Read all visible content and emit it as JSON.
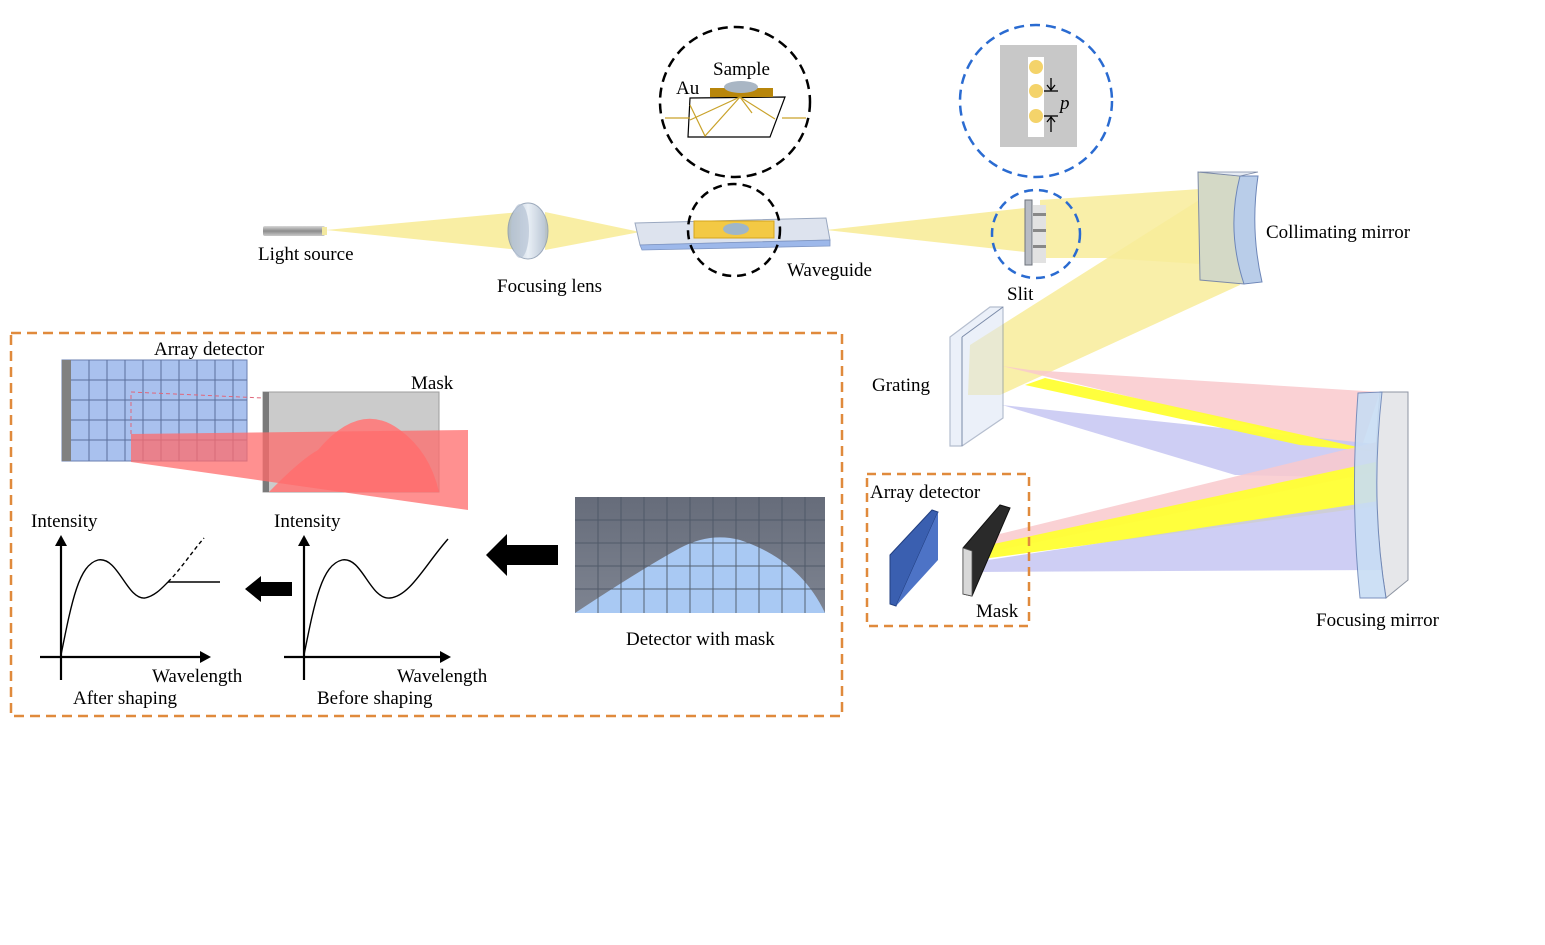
{
  "labels": {
    "light_source": "Light source",
    "focusing_lens": "Focusing lens",
    "waveguide": "Waveguide",
    "slit": "Slit",
    "collimating_mirror": "Collimating mirror",
    "grating": "Grating",
    "focusing_mirror": "Focusing mirror",
    "array_detector_small": "Array  detector",
    "mask_small": "Mask",
    "sample": "Sample",
    "au": "Au",
    "pitch": "p",
    "array_detector_inset": "Array  detector",
    "mask_inset": "Mask",
    "detector_with_mask": "Detector with mask",
    "intensity_before": "Intensity",
    "wavelength_before": "Wavelength",
    "before_shaping": "Before shaping",
    "intensity_after": "Intensity",
    "wavelength_after": "Wavelength",
    "after_shaping": "After shaping"
  },
  "colors": {
    "beam_yellow": "#f8ec9a",
    "bright_yellow": "#ffff33",
    "beam_pink": "#f9c9cc",
    "beam_violet": "#c6c6f2",
    "detector_blue": "#9db8ea",
    "detector_grid": "#6a7fb0",
    "mask_gray": "#c9c9c9",
    "mask_red": "#ff6b6b",
    "dashed_orange": "#e08a3c",
    "dashed_blue": "#2a6bd1",
    "gold": "#c9a22a",
    "au_gold": "#b8860b"
  },
  "icons": {
    "arrow_large": "left-arrow-icon",
    "arrow_small": "left-arrow-icon"
  }
}
